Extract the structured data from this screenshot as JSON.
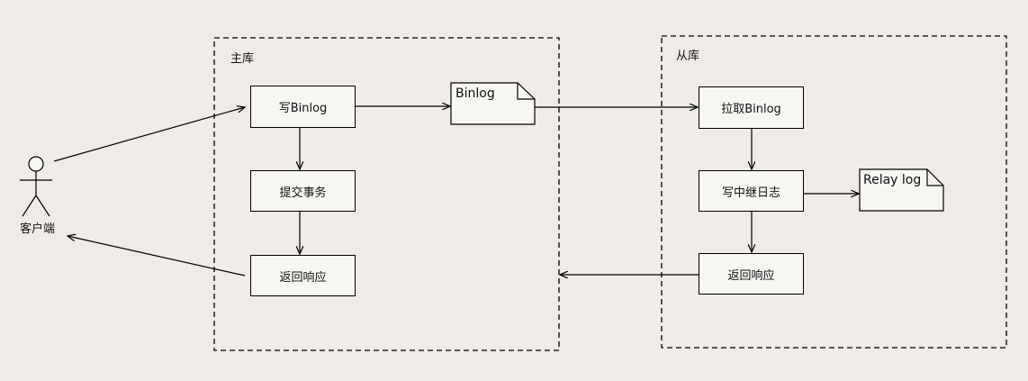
{
  "diagram": {
    "actor": {
      "label": "客户端"
    },
    "master": {
      "label": "主库",
      "steps": {
        "write_binlog": "写Binlog",
        "commit_tx": "提交事务",
        "response": "返回响应"
      },
      "doc": "Binlog"
    },
    "slave": {
      "label": "从库",
      "steps": {
        "pull_binlog": "拉取Binlog",
        "write_relay": "写中继日志",
        "response": "返回响应"
      },
      "doc": "Relay log"
    }
  }
}
